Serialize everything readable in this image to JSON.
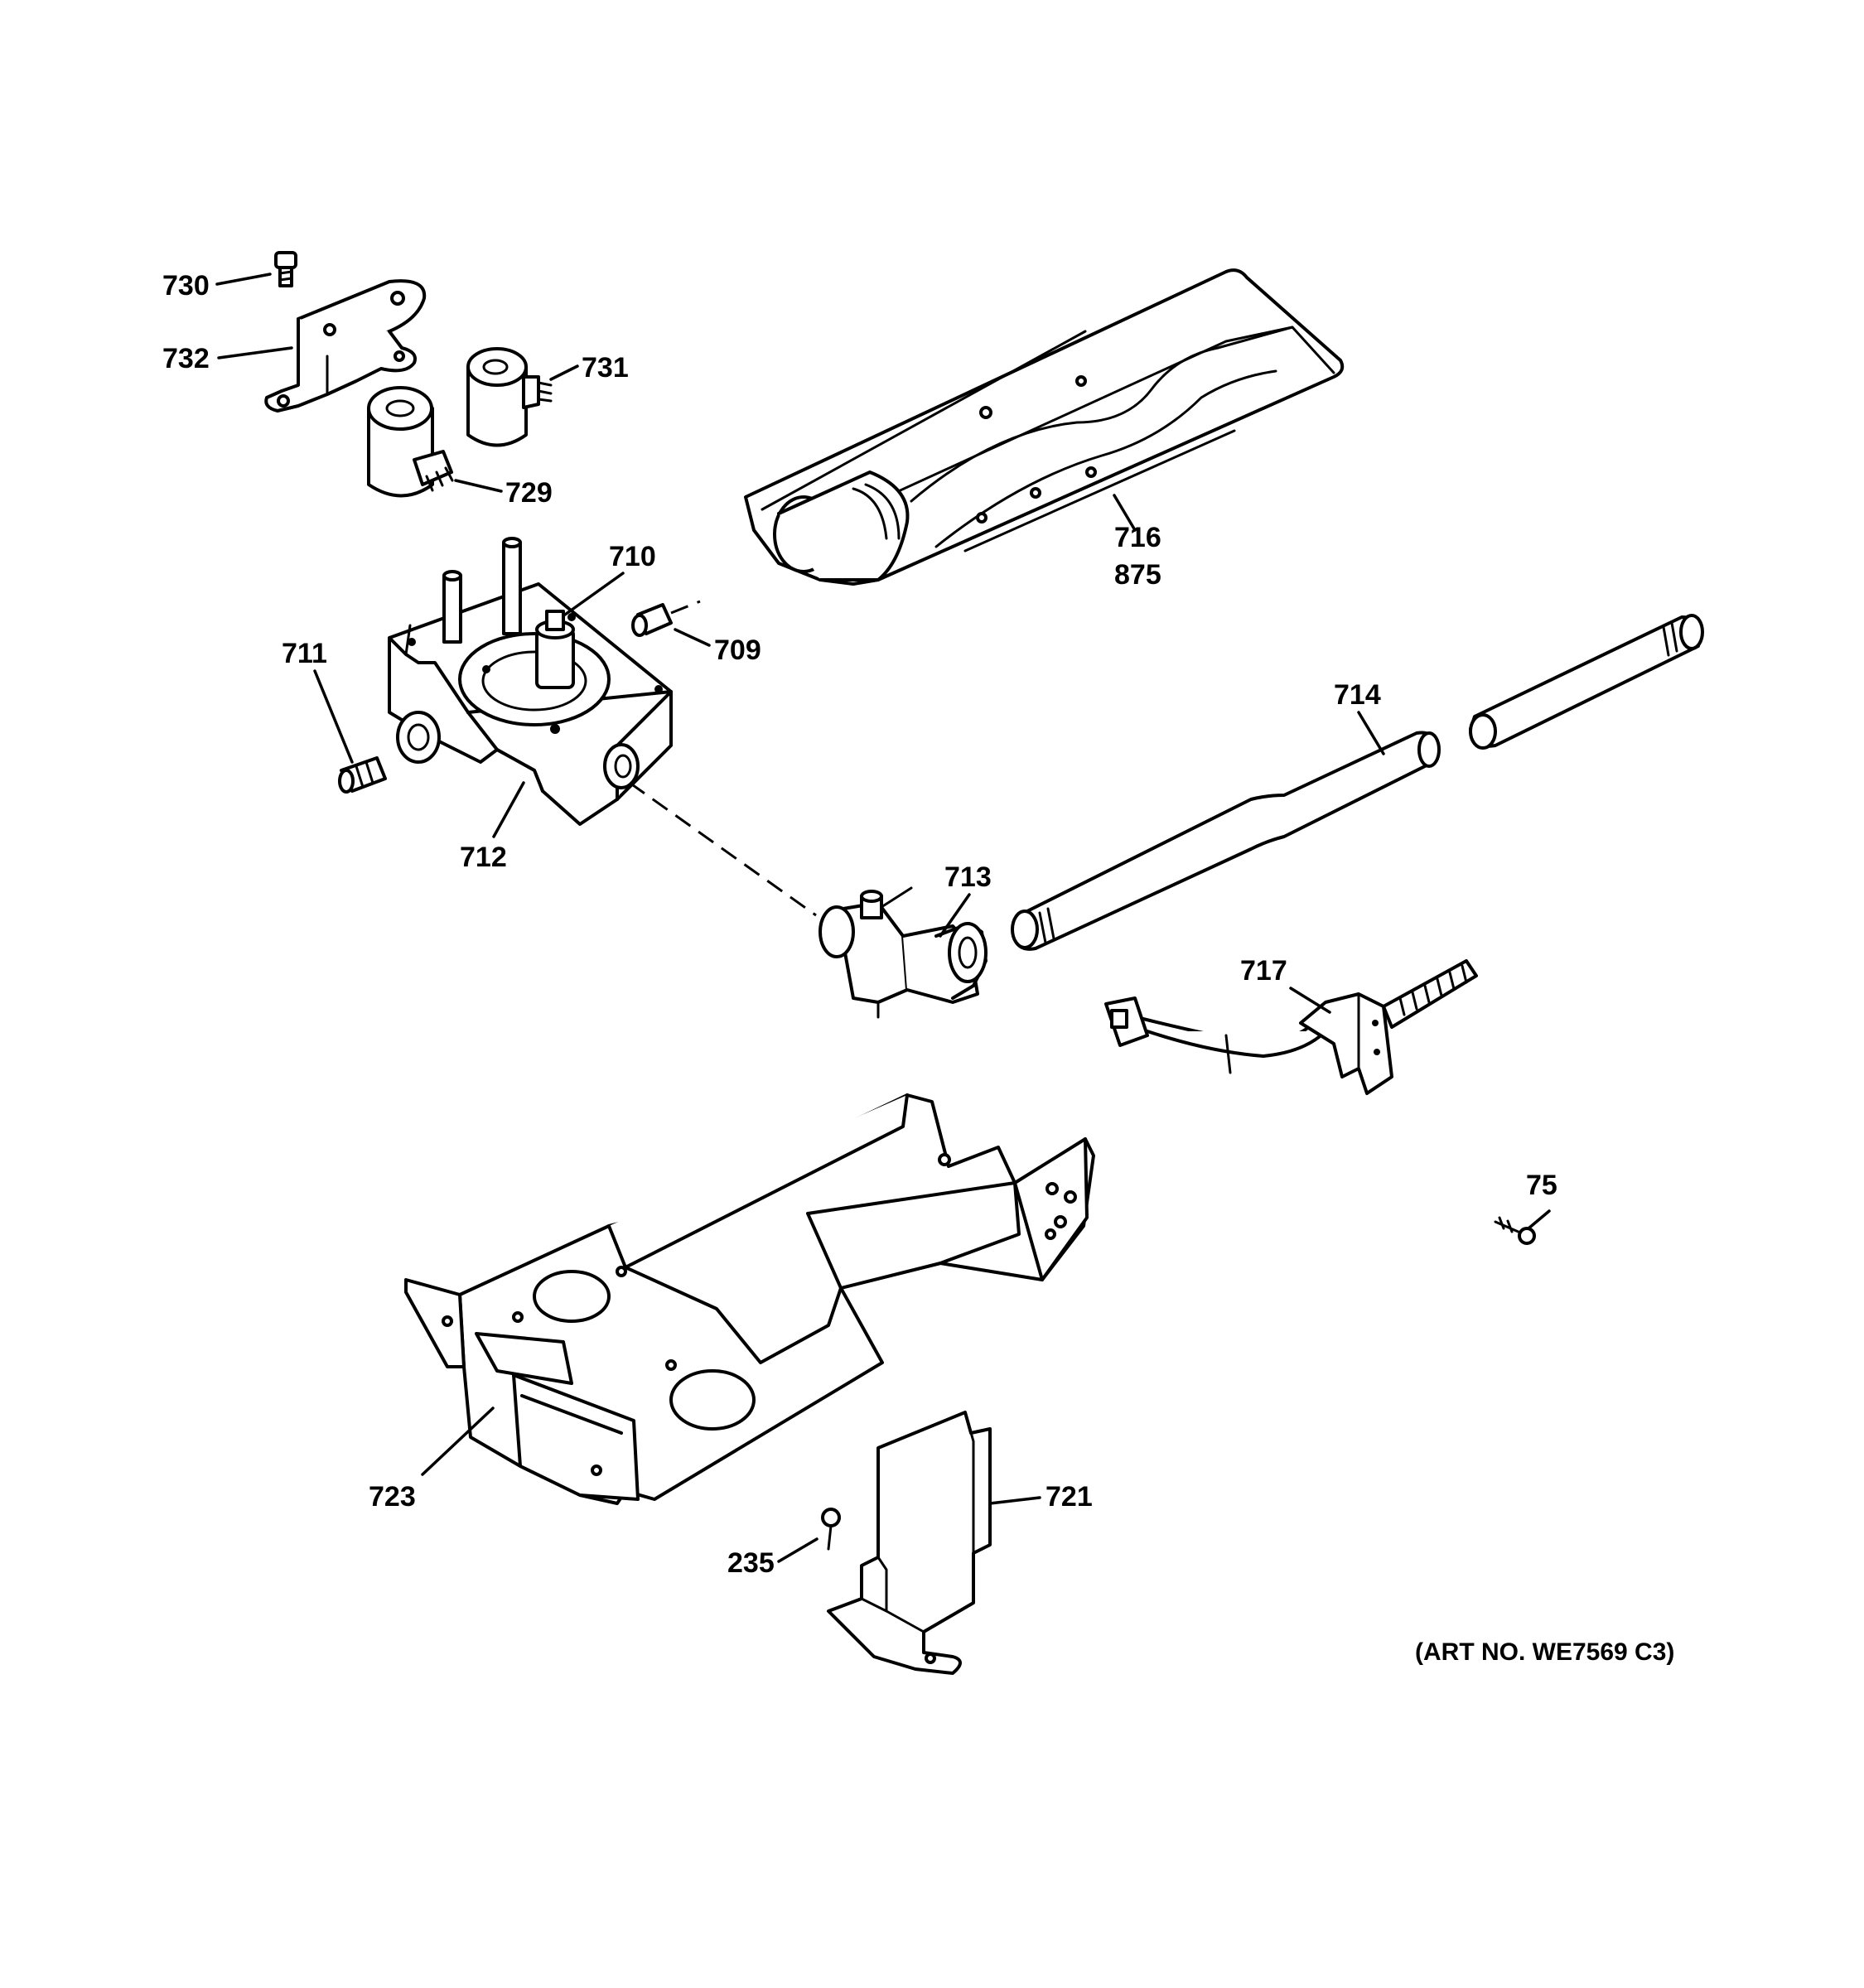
{
  "labels": {
    "p730": "730",
    "p732": "732",
    "p731": "731",
    "p729": "729",
    "p710": "710",
    "p709": "709",
    "p711": "711",
    "p712": "712",
    "p716": "716",
    "p875": "875",
    "p714": "714",
    "p713": "713",
    "p717": "717",
    "p75": "75",
    "p723": "723",
    "p721": "721",
    "p235": "235"
  },
  "art_number": "(ART NO. WE7569 C3)"
}
